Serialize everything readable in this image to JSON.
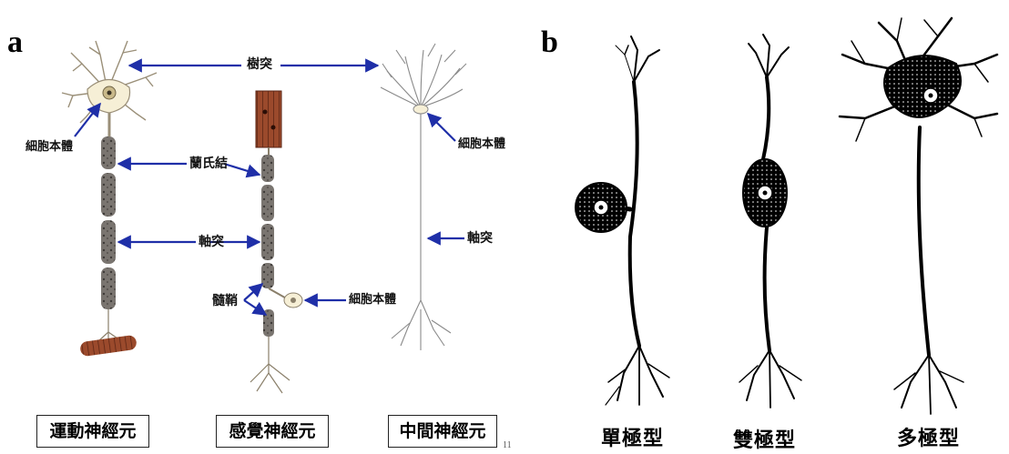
{
  "panels": {
    "a": {
      "letter": "a"
    },
    "b": {
      "letter": "b"
    }
  },
  "panel_a": {
    "labels": {
      "dendrite": "樹突",
      "cell_body_left": "細胞本體",
      "cell_body_right": "細胞本體",
      "cell_body_sensory": "細胞本體",
      "node_of_ranvier": "蘭氏結",
      "axon_left": "軸突",
      "axon_right": "軸突",
      "myelin_sheath": "髓鞘"
    },
    "neuron_types": [
      "運動神經元",
      "感覺神經元",
      "中間神經元"
    ],
    "page_number": "11"
  },
  "panel_b": {
    "neuron_types": [
      "單極型",
      "雙極型",
      "多極型"
    ]
  },
  "colors": {
    "arrow": "#1f2fa8",
    "soma_fill": "#f6efd6",
    "myelin": "#6f6a66",
    "muscle": "#8a3b22",
    "ink": "#000000"
  }
}
